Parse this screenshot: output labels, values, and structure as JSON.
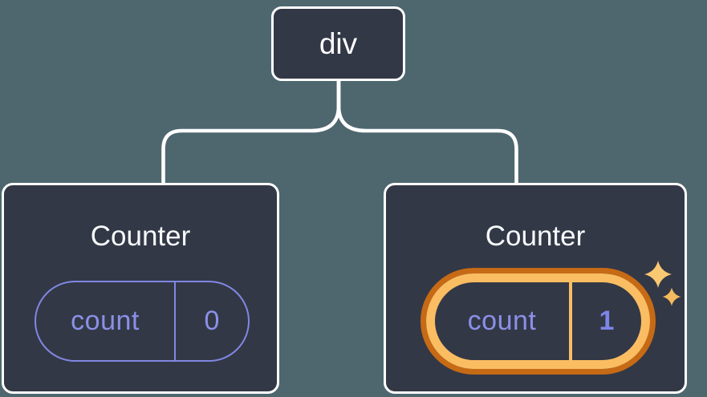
{
  "diagram": {
    "root": {
      "label": "div"
    },
    "children": [
      {
        "title": "Counter",
        "state_key": "count",
        "state_value": "0",
        "highlighted": false
      },
      {
        "title": "Counter",
        "state_key": "count",
        "state_value": "1",
        "highlighted": true
      }
    ]
  },
  "icons": {
    "sparkles": "sparkle-stars-icon"
  },
  "colors": {
    "background": "#4E676F",
    "node_background": "#333846",
    "node_border": "#FFFFFF",
    "connector_line": "#FFFFFF",
    "title_text": "#F7F9FB",
    "state_pill_border": "#8187E2",
    "state_text": "#8A90E8",
    "state_value_highlighted": "#7C85E8",
    "highlight_ring_outer": "#C76A15",
    "highlight_ring_inner": "#FABD62",
    "sparkle_large": "#F9C873",
    "sparkle_small": "#F5BA5E"
  }
}
